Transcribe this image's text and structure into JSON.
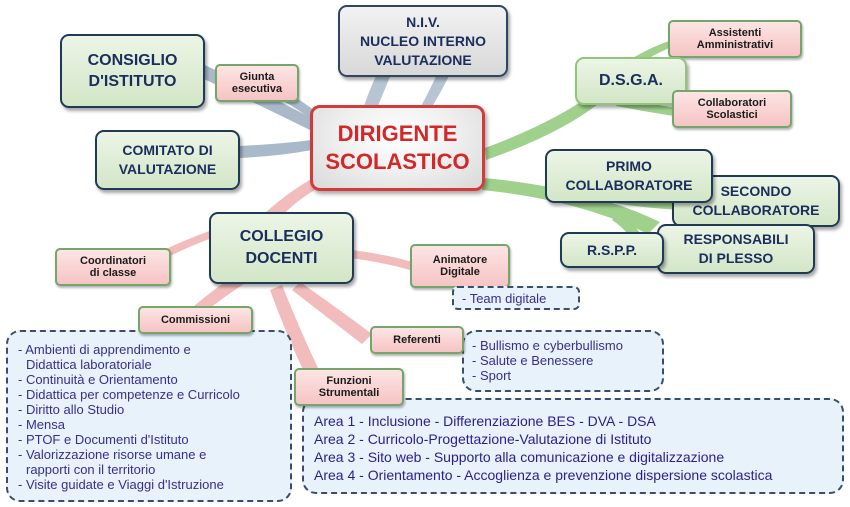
{
  "colors": {
    "accent_red": "#d42727",
    "node_text": "#1b2d5c",
    "list_text": "#3a2e8c",
    "green_fill": "#d3e6c7",
    "pink_fill": "#f6c4c4",
    "list_fill": "#e7f2fb"
  },
  "central": {
    "title": "DIRIGENTE\nSCOLASTICO"
  },
  "nodes": {
    "consiglio": "CONSIGLIO\nD'ISTITUTO",
    "giunta": "Giunta\nesecutiva",
    "niv": "N.I.V.\nNUCLEO INTERNO\nVALUTAZIONE",
    "assistenti": "Assistenti\nAmministrativi",
    "dsga": "D.S.G.A.",
    "collaboratori_scolastici": "Collaboratori\nScolastici",
    "comitato": "COMITATO DI\nVALUTAZIONE",
    "primo": "PRIMO\nCOLLABORATORE",
    "secondo": "SECONDO\nCOLLABORATORE",
    "rspp": "R.S.P.P.",
    "responsabili": "RESPONSABILI\nDI PLESSO",
    "collegio": "COLLEGIO\nDOCENTI",
    "coordinatori": "Coordinatori\ndi classe",
    "animatore": "Animatore\nDigitale",
    "commissioni": "Commissioni",
    "referenti": "Referenti",
    "funzioni": "Funzioni\nStrumentali"
  },
  "lists": {
    "team_digitale": [
      "- Team digitale"
    ],
    "commissioni": [
      "- Ambienti di apprendimento e",
      "Didattica laboratoriale",
      "- Continuità e Orientamento",
      "- Didattica per competenze e Curricolo",
      "- Diritto allo Studio",
      "- Mensa",
      "- PTOF e Documenti d'Istituto",
      "- Valorizzazione risorse umane e",
      "rapporti con il territorio",
      "- Visite guidate e Viaggi d'Istruzione"
    ],
    "referenti": [
      "- Bullismo e cyberbullismo",
      "- Salute e Benessere",
      "- Sport"
    ],
    "aree": [
      "Area 1 - Inclusione - Differenziazione BES - DVA - DSA",
      "Area 2 - Curricolo-Progettazione-Valutazione di Istituto",
      "Area 3 - Sito web - Supporto alla comunicazione e digitalizzazione",
      "Area 4 - Orientamento - Accoglienza e prevenzione dispersione scolastica"
    ]
  }
}
